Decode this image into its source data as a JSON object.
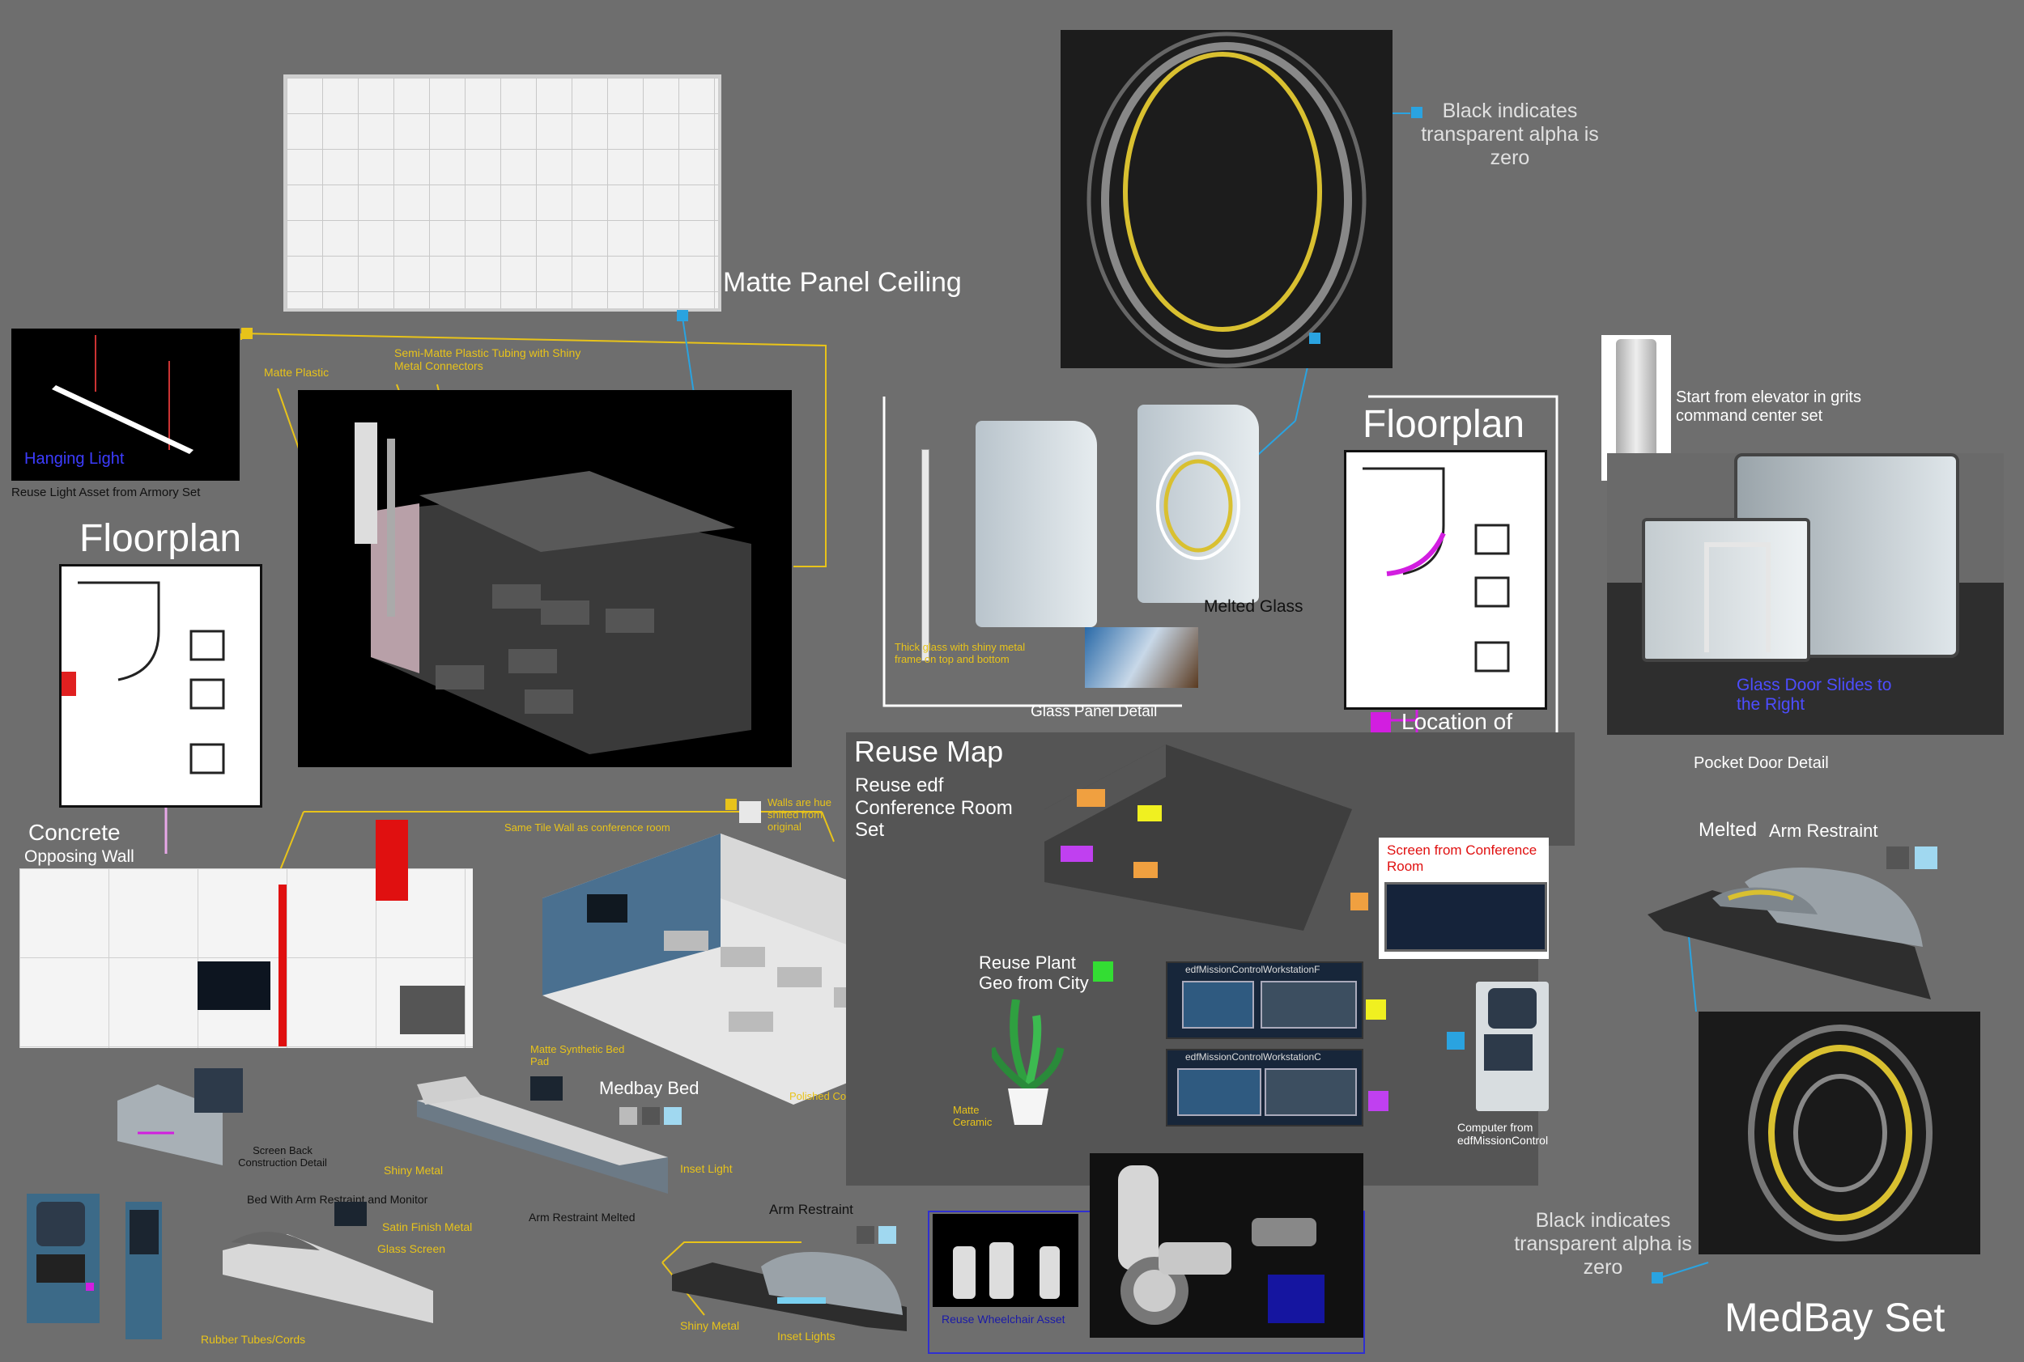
{
  "titles": {
    "matte_panel_ceiling": "Matte Panel Ceiling",
    "floorplan_left": "Floorplan",
    "floorplan_right": "Floorplan",
    "reuse_map": "Reuse Map",
    "medbay_set": "MedBay Set"
  },
  "labels": {
    "hanging_light": "Hanging Light",
    "reuse_light": "Reuse Light Asset from Armory Set",
    "matte_plastic": "Matte Plastic",
    "tubing": "Semi-Matte Plastic Tubing with Shiny Metal Connectors",
    "black_alpha_top": "Black indicates transparent alpha is zero",
    "black_alpha_bottom": "Black indicates transparent alpha is zero",
    "start_elevator": "Start from elevator in grits command center set",
    "thick_glass": "Thick glass with shiny metal frame on top and bottom",
    "melted_glass": "Melted Glass",
    "glass_panel_detail": "Glass Panel Detail",
    "location_melted_hole": "Location of Melted Hole",
    "glass_door_slides": "Glass Door Slides to the Right",
    "pocket_door_detail": "Pocket Door Detail",
    "concrete": "Concrete",
    "opposing_wall": "Opposing Wall",
    "same_tile_wall": "Same Tile Wall as conference room",
    "walls_hue": "Walls are hue shifted from original",
    "reuse_edf": "Reuse edf Conference Room Set",
    "melted_arm_restraint_a": "Melted",
    "melted_arm_restraint_b": "Arm Restraint",
    "screen_from_conference": "Screen from Conference Room",
    "reuse_plant": "Reuse Plant Geo from City",
    "workstation_f": "edfMissionControlWorkstationF",
    "workstation_c": "edfMissionControlWorkstationC",
    "computer_from": "Computer from edfMissionControl",
    "matte_ceramic": "Matte Ceramic",
    "polished_concrete": "Polished Concrete floor",
    "matte_synthetic": "Matte Synthetic Bed Pad",
    "medbay_bed": "Medbay Bed",
    "shiny_metal_bed": "Shiny Metal",
    "inset_light_bed": "Inset Light",
    "arm_restraint_melted": "Arm Restraint Melted",
    "screen_back": "Screen Back Construction Detail",
    "bed_with_arm": "Bed With Arm Restraint and Monitor",
    "satin_finish": "Satin Finish Metal",
    "glass_screen": "Glass Screen",
    "rubber_tubes": "Rubber Tubes/Cords",
    "arm_restraint": "Arm Restraint",
    "shiny_metal_arm": "Shiny Metal",
    "inset_lights_arm": "Inset Lights",
    "reuse_wheelchair": "Reuse Wheelchair Asset"
  },
  "colors": {
    "background": "#6e6e6e",
    "annotation_yellow": "#e8c31a",
    "pointer_blue": "#2aa3e0",
    "hole_magenta": "#d21ee0",
    "door_blue": "#4d4dff",
    "grid_green": "#33dd33",
    "swatch_orange": "#f0a040",
    "swatch_yellow": "#f0f020",
    "swatch_purple": "#c040f0"
  }
}
